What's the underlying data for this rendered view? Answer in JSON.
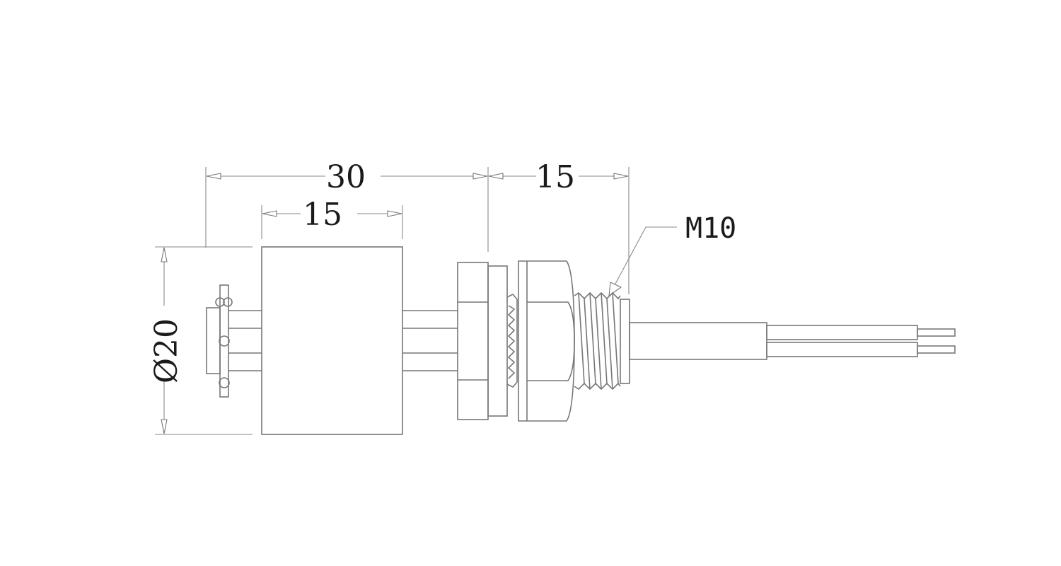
{
  "dimensions": {
    "overall_length": "30",
    "float_length": "15",
    "thread_length": "15",
    "diameter": "Ø20"
  },
  "labels": {
    "thread": "M10"
  },
  "colors": {
    "line": "#777777",
    "text": "#1a1a1a",
    "background": "#ffffff"
  }
}
